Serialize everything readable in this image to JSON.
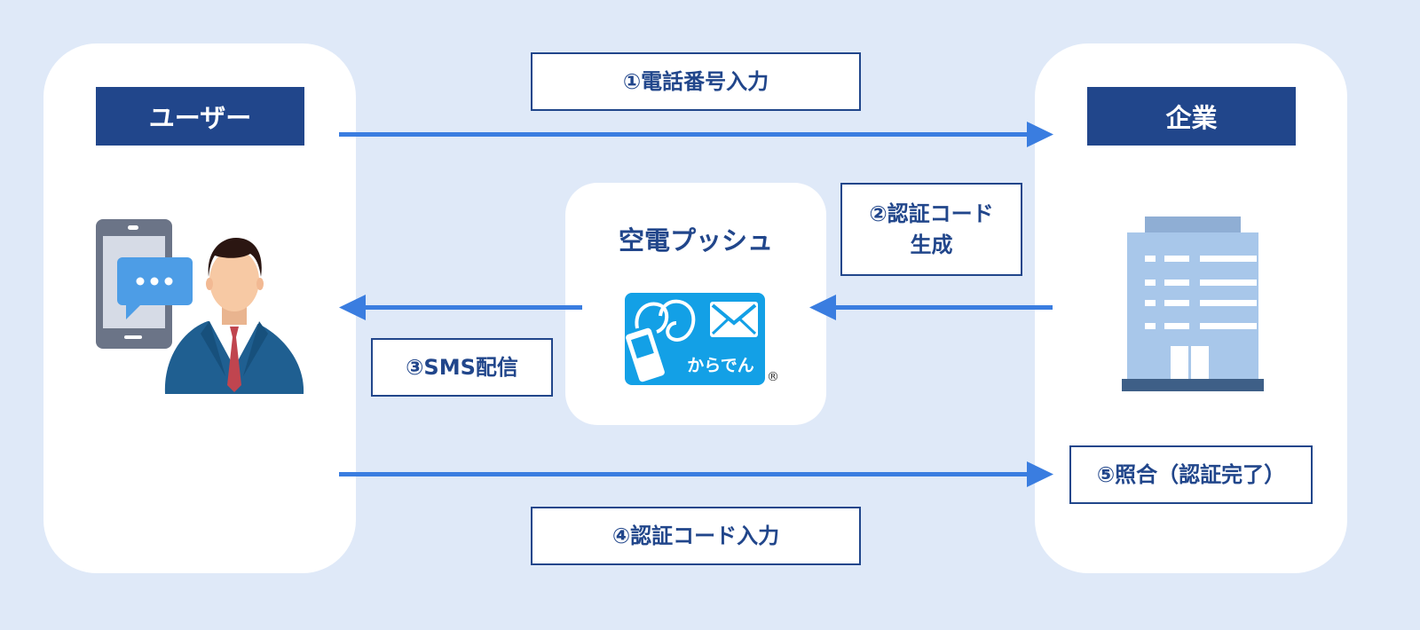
{
  "user_panel": {
    "title": "ユーザー"
  },
  "company_panel": {
    "title": "企業"
  },
  "center_panel": {
    "title": "空電プッシュ",
    "logo_text": "からでん",
    "registered_mark": "®"
  },
  "steps": {
    "step1": "①電話番号入力",
    "step2_line1": "②認証コード",
    "step2_line2": "生成",
    "step3": "③SMS配信",
    "step4": "④認証コード入力",
    "step5": "⑤照合（認証完了）"
  },
  "colors": {
    "background": "#dfe9f8",
    "panel": "#ffffff",
    "header": "#21468b",
    "arrow": "#3a7de0",
    "logo": "#13a0e6"
  },
  "icons": [
    "user-with-phone-icon",
    "building-icon",
    "karaden-logo-icon",
    "chat-bubble-icon"
  ]
}
